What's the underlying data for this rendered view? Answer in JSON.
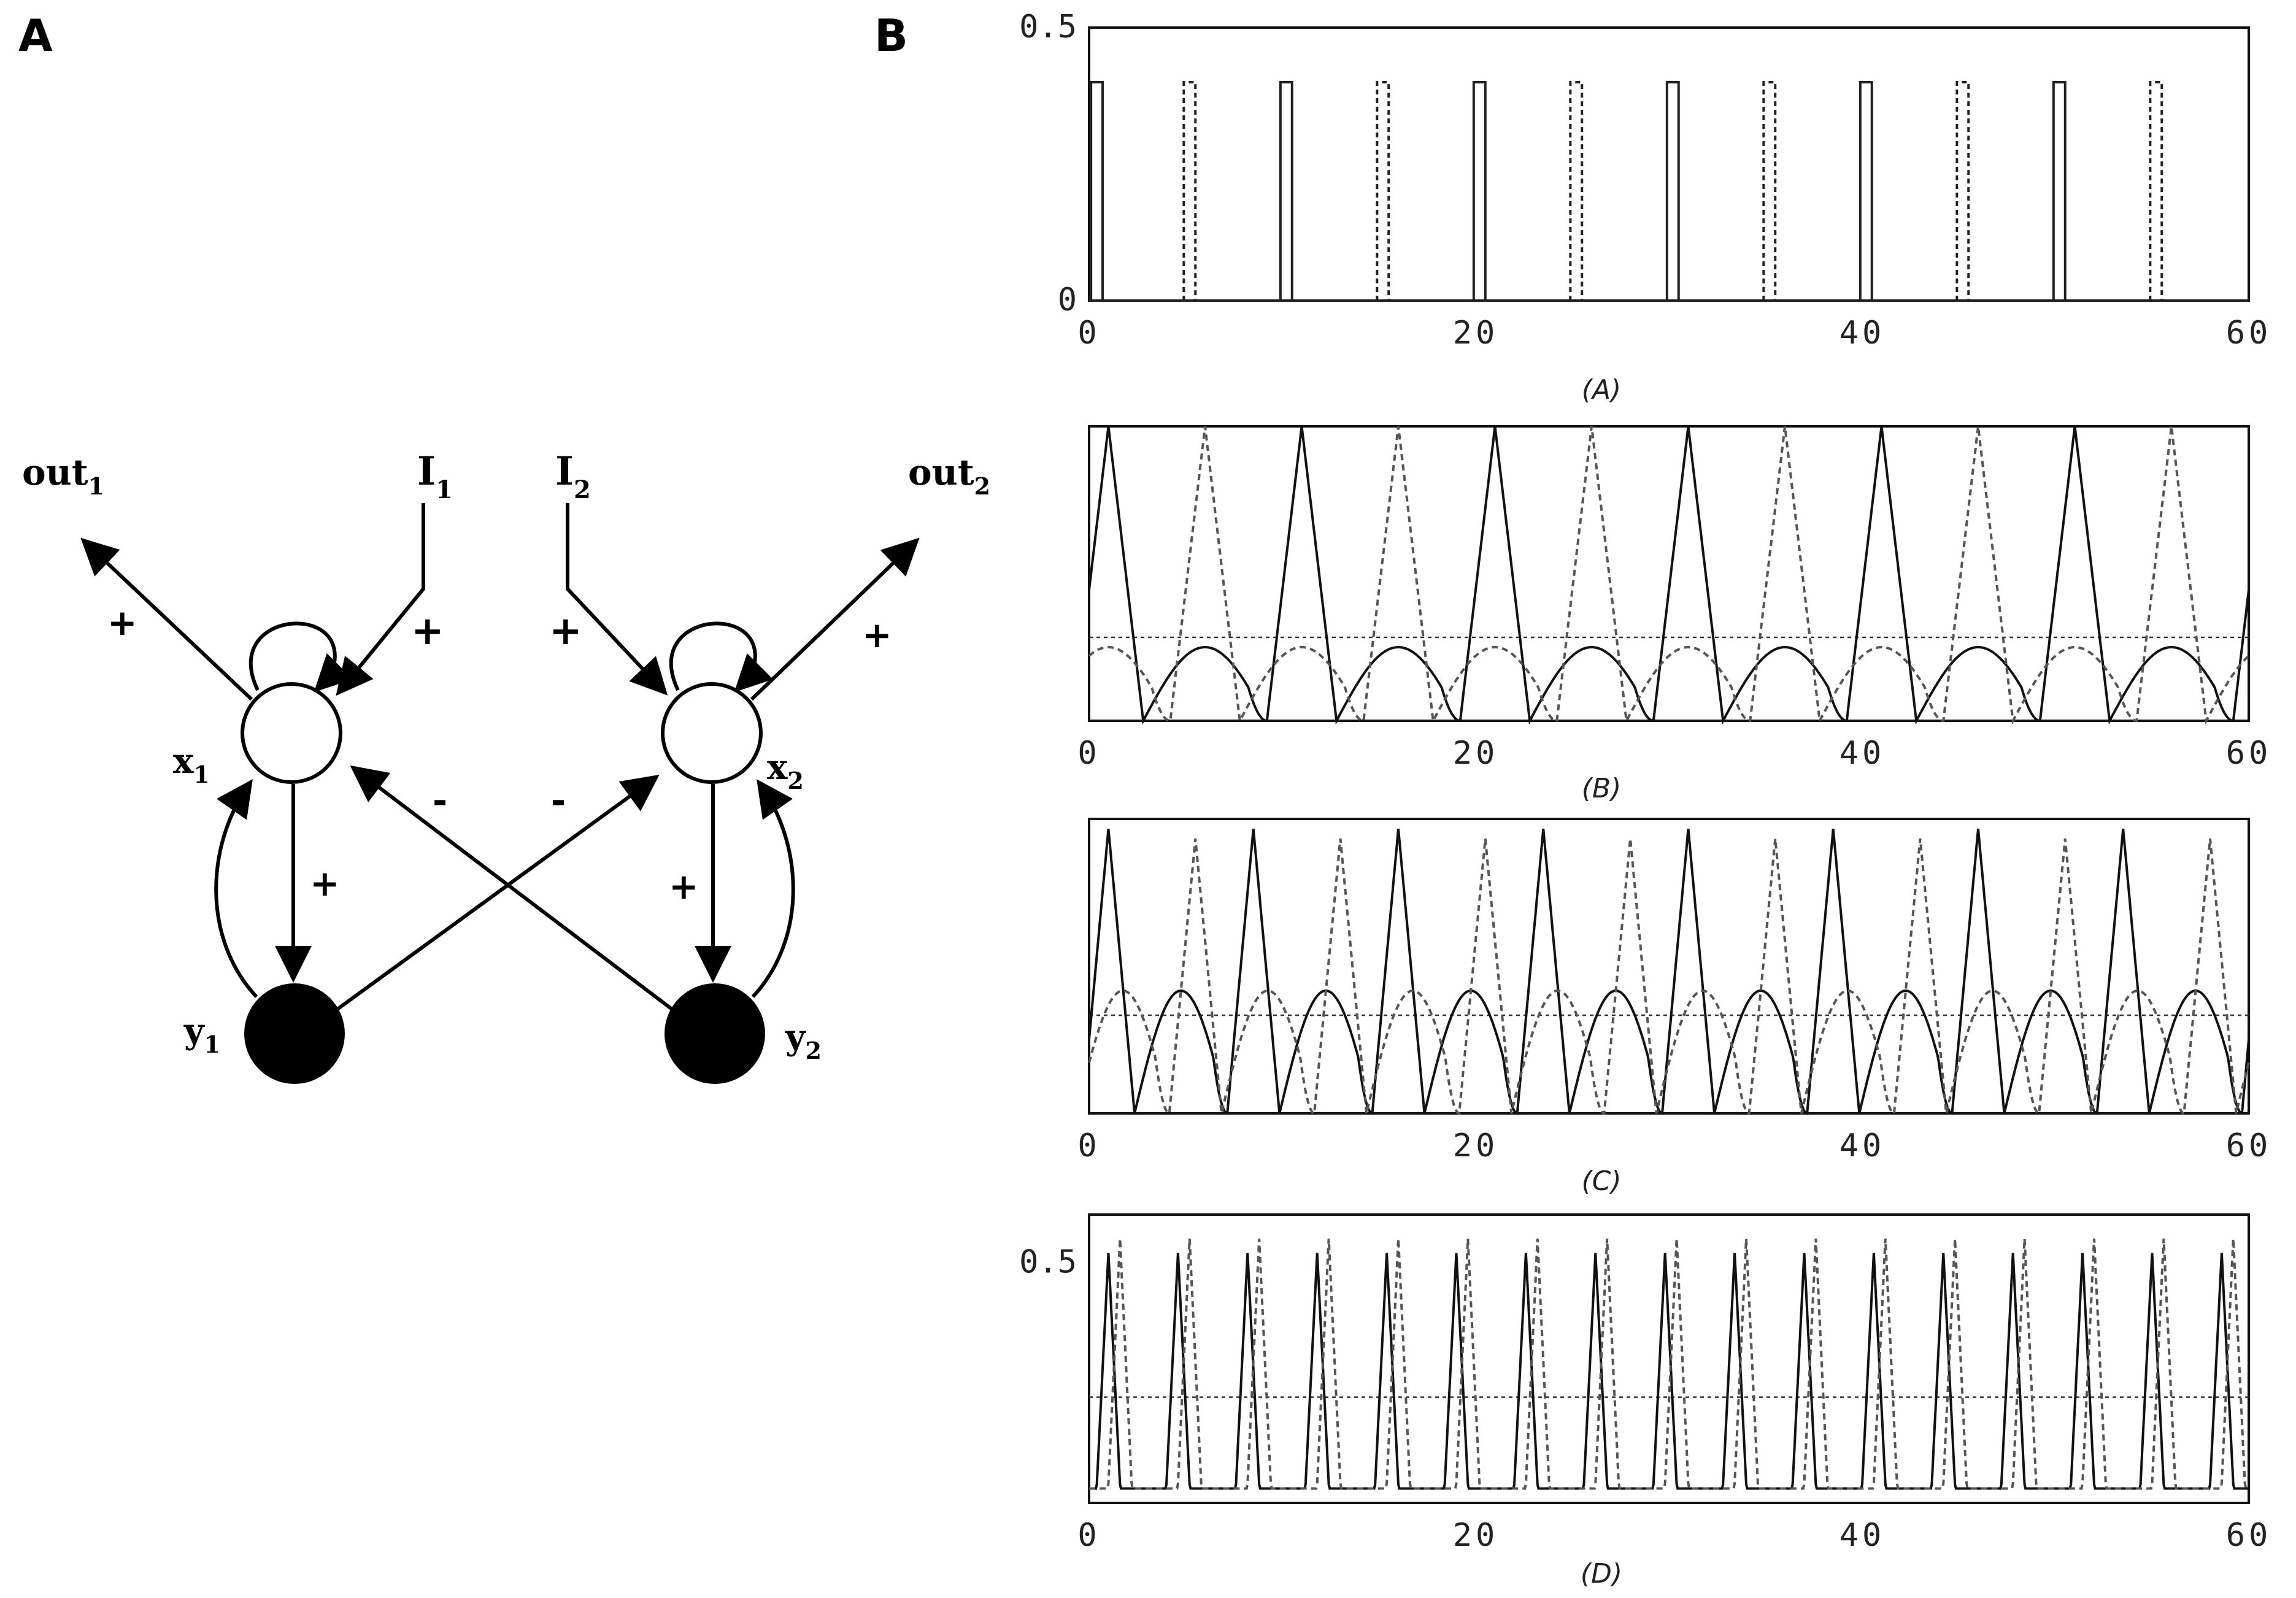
{
  "panels": {
    "a": "A",
    "b": "B"
  },
  "network": {
    "nodes": {
      "x1": "x",
      "x1_sub": "1",
      "x2": "x",
      "x2_sub": "2",
      "y1": "y",
      "y1_sub": "1",
      "y2": "y",
      "y2_sub": "2"
    },
    "inputs": {
      "i1": "I",
      "i1_sub": "1",
      "i2": "I",
      "i2_sub": "2"
    },
    "outputs": {
      "out1": "out",
      "out1_sub": "1",
      "out2": "out",
      "out2_sub": "2"
    },
    "signs": {
      "plus": "+",
      "minus": "-"
    }
  },
  "chart_data": [
    {
      "id": "A",
      "type": "line",
      "caption": "(A)",
      "xlim": [
        0,
        60
      ],
      "ylim": [
        0,
        0.5
      ],
      "xticks": [
        "0",
        "20",
        "40",
        "60"
      ],
      "yticks": [
        "0",
        "0.5"
      ],
      "series": [
        {
          "style": "solid",
          "spike_times": [
            0.4,
            10.2,
            20.2,
            30.2,
            40.2,
            50.2
          ],
          "spike_height": 0.4
        },
        {
          "style": "dotted",
          "spike_times": [
            5.2,
            15.2,
            25.2,
            35.2,
            45.2,
            55.2
          ],
          "spike_height": 0.4
        }
      ],
      "threshold": null
    },
    {
      "id": "B",
      "type": "line",
      "caption": "(B)",
      "xlim": [
        0,
        60
      ],
      "ylim": [
        0,
        0.6
      ],
      "xticks": [
        "0",
        "20",
        "40",
        "60"
      ],
      "yticks": [],
      "period": 10,
      "phase_offset": 5,
      "series": [
        {
          "style": "solid",
          "peak": 0.6,
          "secondary_peak": 0.15,
          "first_peak": 1
        },
        {
          "style": "dotted",
          "peak": 0.6,
          "secondary_peak": 0.15,
          "first_peak": 6
        }
      ],
      "threshold": 0.17
    },
    {
      "id": "C",
      "type": "line",
      "caption": "(C)",
      "xlim": [
        0,
        60
      ],
      "ylim": [
        0,
        0.6
      ],
      "xticks": [
        "0",
        "20",
        "40",
        "60"
      ],
      "yticks": [],
      "period": 7.5,
      "series": [
        {
          "style": "solid",
          "peak": 0.58,
          "secondary_peak": 0.25,
          "first_peak": 1
        },
        {
          "style": "dotted",
          "peak": 0.56,
          "secondary_peak": 0.25,
          "first_peak": 5.5
        }
      ],
      "threshold": 0.2
    },
    {
      "id": "D",
      "type": "line",
      "caption": "(D)",
      "xlim": [
        0,
        60
      ],
      "ylim": [
        0,
        0.6
      ],
      "xticks": [
        "0",
        "20",
        "40",
        "60"
      ],
      "yticks": [
        "0.5"
      ],
      "period": 3.6,
      "series": [
        {
          "style": "solid",
          "peak": 0.52,
          "secondary_peak": 0,
          "first_peak": 1
        },
        {
          "style": "dotted",
          "peak": 0.55,
          "secondary_peak": 0,
          "first_peak": 1.6
        }
      ],
      "threshold": 0.22
    }
  ]
}
